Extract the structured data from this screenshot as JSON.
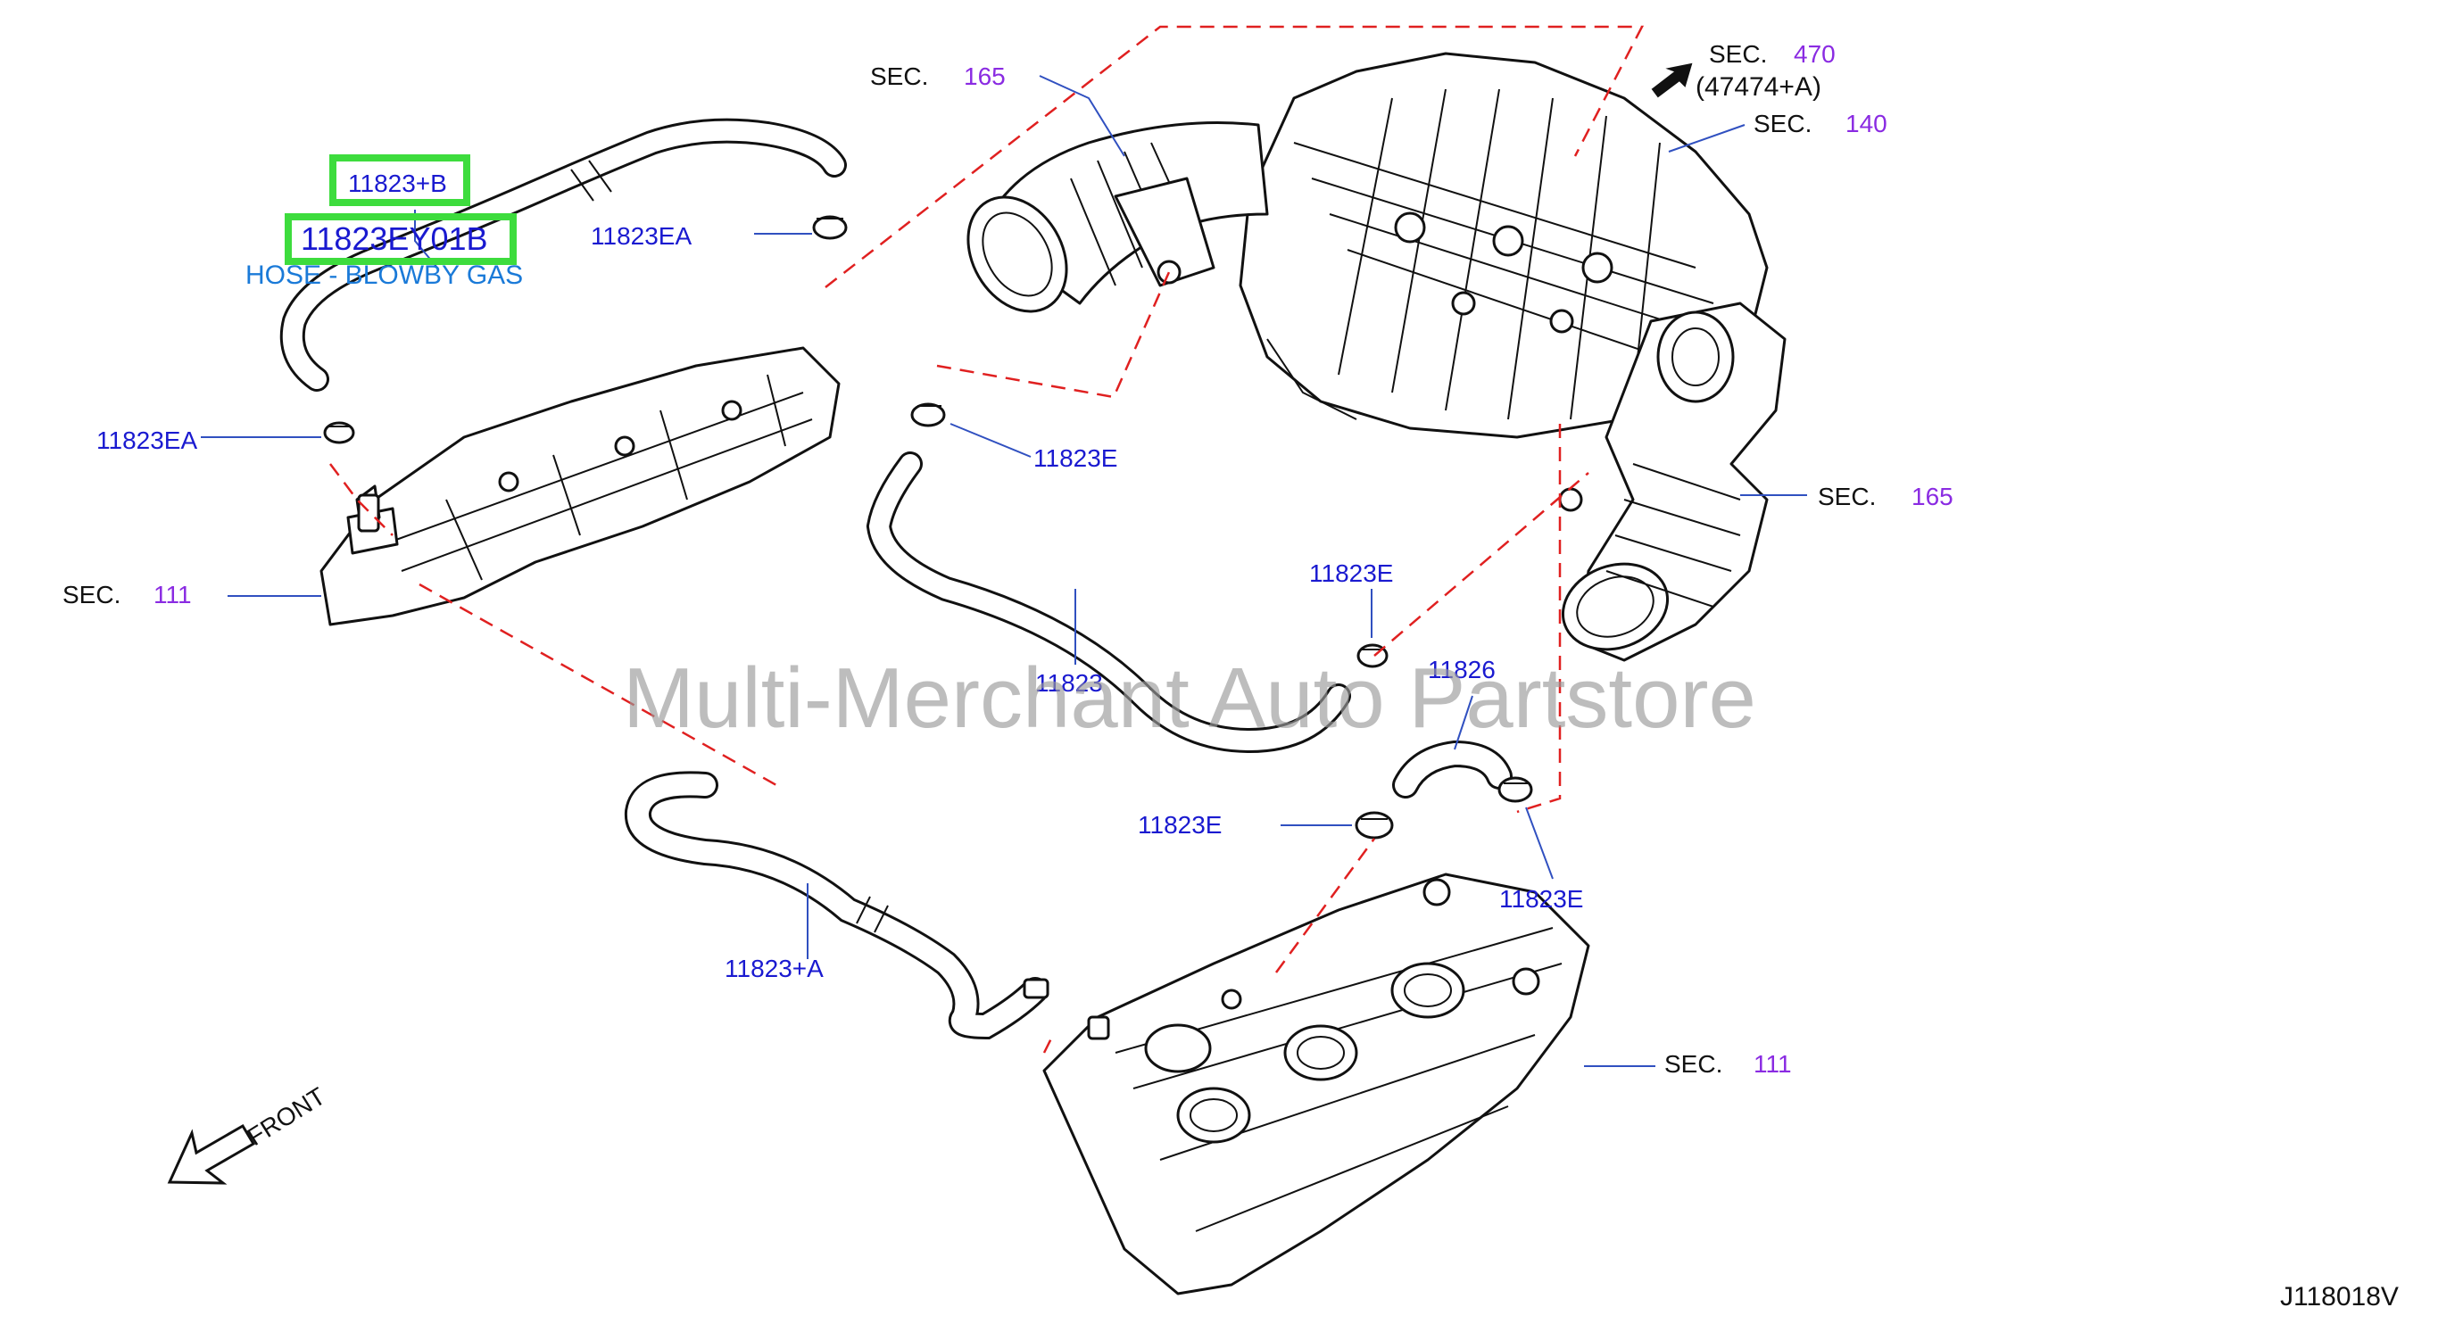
{
  "diagram_code": "J118018V",
  "watermark": "Multi-Merchant Auto Partstore",
  "front_label": "FRONT",
  "highlight": {
    "part_a": "11823+B",
    "part_b": "11823EY01B",
    "description": "HOSE - BLOWBY GAS"
  },
  "sec_prefix": "SEC.",
  "sections": {
    "sec_165_top": "165",
    "sec_470": "470",
    "sec_470_ref": "(47474+A)",
    "sec_140": "140",
    "sec_165_right": "165",
    "sec_111_left": "111",
    "sec_111_bottom": "111"
  },
  "parts": {
    "clamp_ea_top": "11823EA",
    "clamp_ea_left": "11823EA",
    "clamp_e_upper": "11823E",
    "clamp_e_mid": "11823E",
    "hose_11823": "11823",
    "hose_11826": "11826",
    "clamp_e_lower_left": "11823E",
    "clamp_e_lower_right": "11823E",
    "hose_11823a": "11823+A"
  },
  "colors": {
    "label_blue": "#1a1ad0",
    "section_purple": "#8a2be2",
    "leader_red_dash": "#e02020",
    "highlight_green": "#3ddc3d"
  }
}
